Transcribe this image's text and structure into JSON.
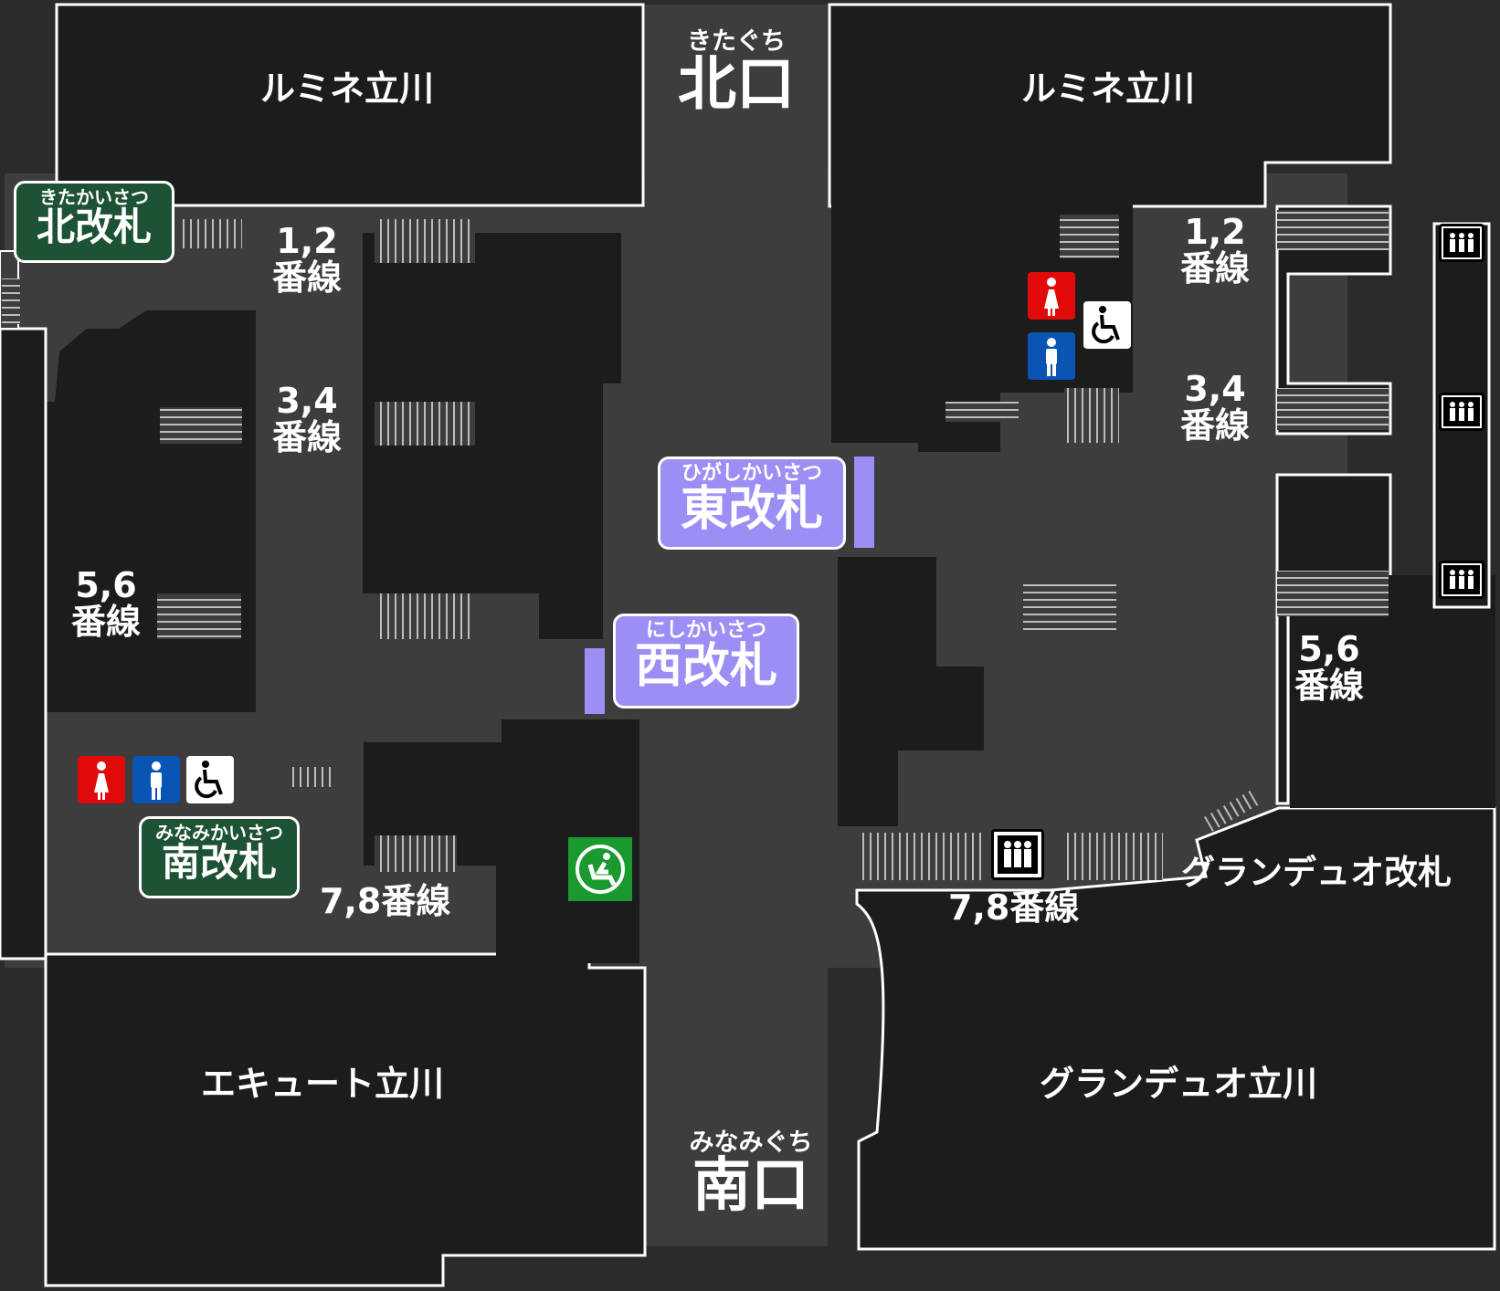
{
  "map": {
    "stores": {
      "lumine_west": "ルミネ立川",
      "lumine_east": "ルミネ立川",
      "ecute": "エキュート立川",
      "granduo": "グランデュオ立川"
    },
    "exits": {
      "north": {
        "ruby": "きたぐち",
        "name": "北口"
      },
      "south": {
        "ruby": "みなみぐち",
        "name": "南口"
      }
    },
    "gates": {
      "north": {
        "ruby": "きたかいさつ",
        "name": "北改札"
      },
      "south": {
        "ruby": "みなみかいさつ",
        "name": "南改札"
      },
      "east": {
        "ruby": "ひがしかいさつ",
        "name": "東改札"
      },
      "west": {
        "ruby": "にしかいさつ",
        "name": "西改札"
      },
      "granduo": "グランデュオ改札"
    },
    "tracks": {
      "w12": [
        "1,2",
        "番線"
      ],
      "w34": [
        "3,4",
        "番線"
      ],
      "w56": [
        "5,6",
        "番線"
      ],
      "w78": "7,8番線",
      "e12": [
        "1,2",
        "番線"
      ],
      "e34": [
        "3,4",
        "番線"
      ],
      "e56": [
        "5,6",
        "番線"
      ],
      "e78": "7,8番線"
    },
    "colors": {
      "background": "#2b2b2b",
      "block": "#1c1c1c",
      "concourse": "#3d3d3d",
      "green_gate": "#1e5235",
      "purple_gate": "#9b8ff5",
      "toilet_women": "#e10a0a",
      "toilet_men": "#0a55b4",
      "waiting_room": "#1a9a2e"
    },
    "icons": [
      "women-toilet-icon",
      "men-toilet-icon",
      "accessible-toilet-icon",
      "elevator-icon",
      "waiting-room-icon",
      "stairs-icon"
    ]
  }
}
